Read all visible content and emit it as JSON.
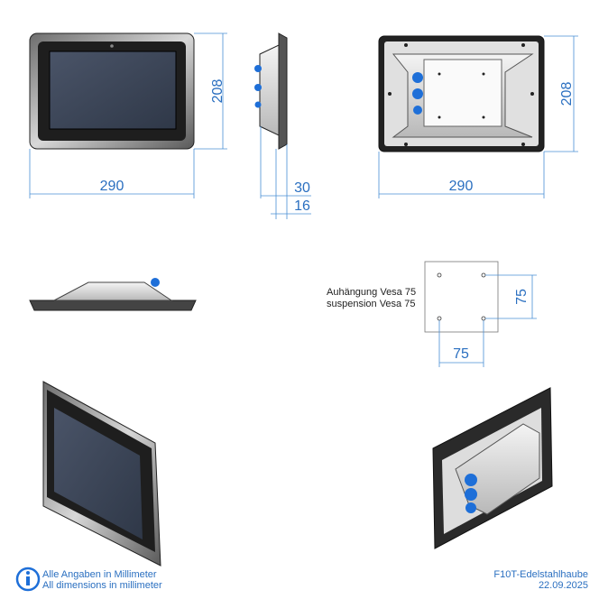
{
  "dimensions": {
    "front_width": "290",
    "front_height": "208",
    "side_depth_total": "30",
    "side_depth_plate": "16",
    "back_width": "290",
    "back_height": "208",
    "vesa_horizontal": "75",
    "vesa_vertical": "75"
  },
  "vesa_label": {
    "de": "Auhängung Vesa 75",
    "en": "suspension Vesa 75"
  },
  "footer": {
    "info_de": "Alle Angaben in Millimeter",
    "info_en": "All dimensions in millimeter",
    "product": "F10T-Edelstahlhaube",
    "date": "22.09.2025"
  },
  "colors": {
    "dimension": "#4a8fd4",
    "accent_blue": "#1e6fd8",
    "screen": "#3a4558"
  }
}
